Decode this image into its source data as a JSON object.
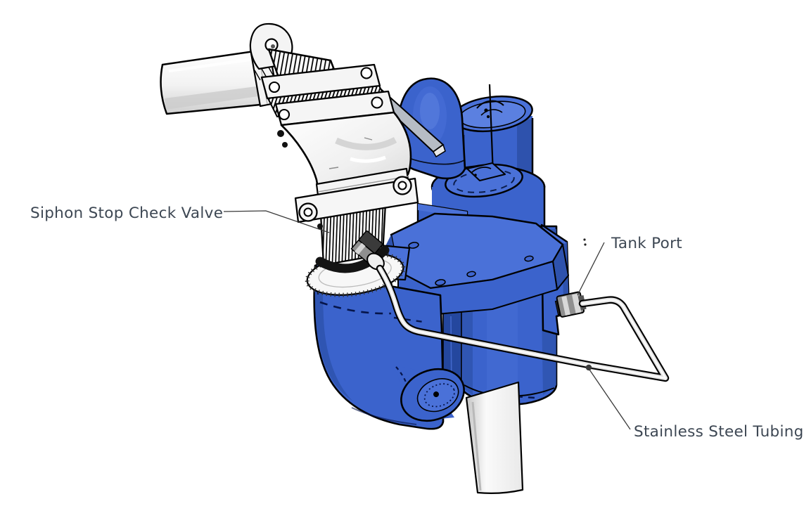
{
  "figure": {
    "labels": {
      "siphon_valve": "Siphon Stop Check Valve",
      "tank_port": "Tank Port",
      "stainless_tubing": "Stainless Steel Tubing"
    },
    "colors": {
      "body_blue": "#3B63CC",
      "body_blue_light": "#4A71D8",
      "body_blue_dark": "#2E52AD",
      "body_blue_deep": "#24479E",
      "pipe_white": "#F8F8F8",
      "pipe_shade": "#D8D8D8",
      "metal_gray": "#8F8F8F",
      "bracket_gray": "#B6BCC4",
      "outline": "#000000",
      "label_text": "#3D4753",
      "leader_line": "#3A3A3A",
      "background": "#FFFFFF"
    }
  }
}
